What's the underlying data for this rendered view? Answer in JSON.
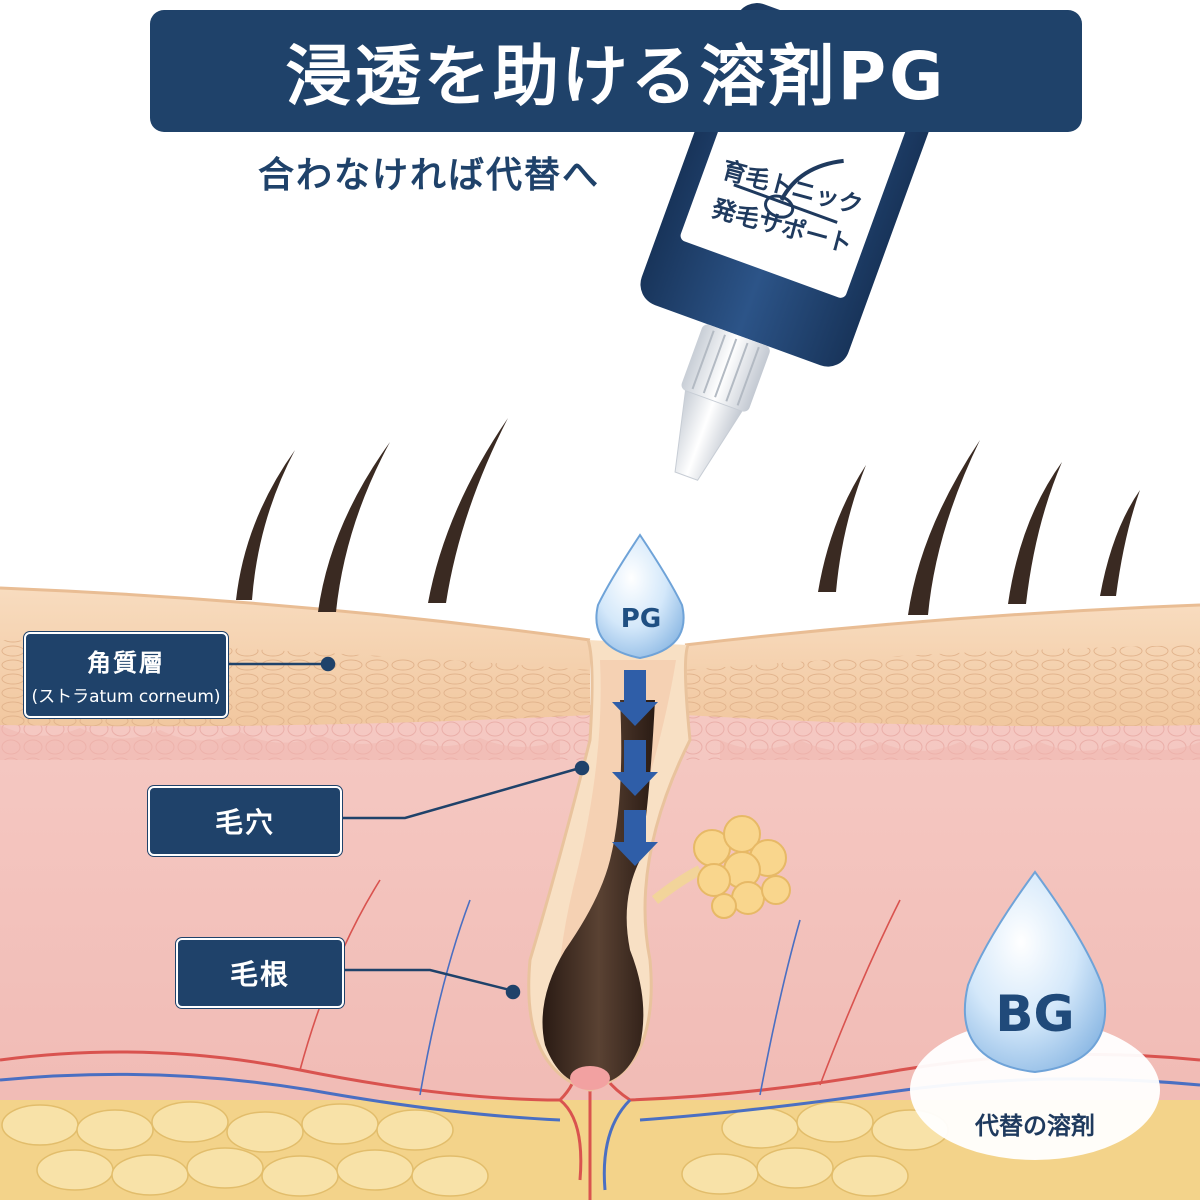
{
  "title": "浸透を助ける溶剤PG",
  "subtitle": "合わなければ代替へ",
  "tube": {
    "label_line1": "育毛トニック",
    "label_line2": "発毛サポート"
  },
  "drop_pg": "PG",
  "labels": {
    "stratum_corneum": "角質層",
    "stratum_corneum_sub": "(ストラatum corneum)",
    "pore": "毛穴",
    "hair_root": "毛根"
  },
  "alternative": {
    "drop": "BG",
    "caption": "代替の溶剤"
  },
  "colors": {
    "title_bg": "#1f426a",
    "accent_blue": "#2f5ea8",
    "skin_epidermis": "#f4d0ae",
    "dermis": "#f3c4bb",
    "fat": "#f6d98e"
  }
}
